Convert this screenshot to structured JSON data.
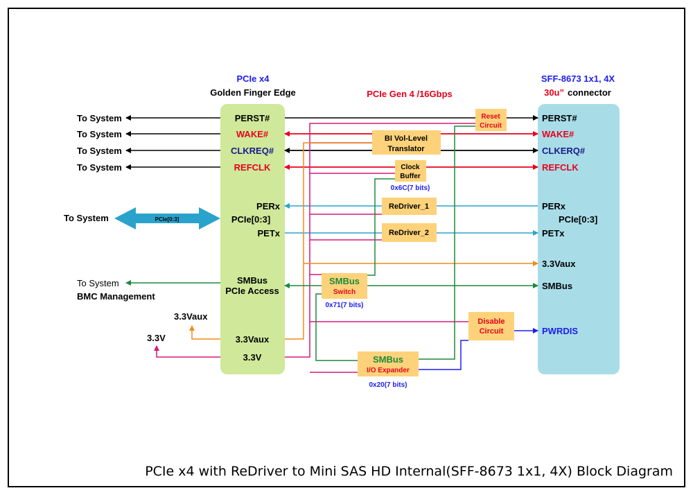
{
  "title": "PCIe x4 with ReDriver to Mini SAS HD Internal(SFF-8673 1x1, 4X) Block Diagram",
  "colors": {
    "black": "#000000",
    "red": "#e8001c",
    "navy": "#1a1a8c",
    "teal": "#2aa3cc",
    "pink": "#d6197a",
    "orange": "#f08a1c",
    "green": "#1b8a3a",
    "blue": "#1d1df0",
    "left_block": "#cfe89a",
    "right_block": "#a8dde8",
    "chip": "#fdd27a"
  },
  "left_block": {
    "header_1": "PCIe x4",
    "header_2": "Golden Finger Edge",
    "signals": {
      "perst": "PERST#",
      "wake": "WAKE#",
      "clkreq": "CLKREQ#",
      "refclk": "REFCLK",
      "perx": "PERx",
      "pcie": "PCIe[0:3]",
      "petx": "PETx",
      "smbus": "SMBus",
      "pcie_access": "PCIe Access",
      "vaux": "3.3Vaux",
      "v33": "3.3V"
    }
  },
  "right_block": {
    "header_1": "SFF-8673 1x1, 4X",
    "header_2a": "30u”",
    "header_2b": "connector",
    "signals": {
      "perst": "PERST#",
      "wake": "WAKE#",
      "clkreq": "CLKERQ#",
      "refclk": "REFCLK",
      "perx": "PERx",
      "pcie": "PCIe[0:3]",
      "petx": "PETx",
      "vaux": "3.3Vaux",
      "smbus": "SMBus",
      "pwrdis": "PWRDIS"
    }
  },
  "center_label": "PCIe Gen 4 /16Gbps",
  "system_labels": {
    "perst": "To System",
    "wake": "To System",
    "clkreq": "To System",
    "refclk": "To System",
    "pcie": "To System",
    "pcie_arrow": "PCIe[0:3]",
    "smbus_1": "To System",
    "smbus_2": "BMC Management",
    "vaux": "3.3Vaux",
    "v33": "3.3V"
  },
  "chips": {
    "reset_1": "Reset",
    "reset_2": "Circuit",
    "bivol_1": "BI Vol-Level",
    "bivol_2": "Translator",
    "clock_1": "Clock",
    "clock_2": "Buffer",
    "clock_addr": "0x6C(7 bits)",
    "redriver_1": "ReDriver_1",
    "redriver_2": "ReDriver_2",
    "smbsw_1": "SMBus",
    "smbsw_2": "Switch",
    "smbsw_addr": "0x71(7 bits)",
    "disable_1": "Disable",
    "disable_2": "Circuit",
    "ioexp_1": "SMBus",
    "ioexp_2": "I/O Expander",
    "ioexp_addr": "0x20(7 bits)"
  }
}
